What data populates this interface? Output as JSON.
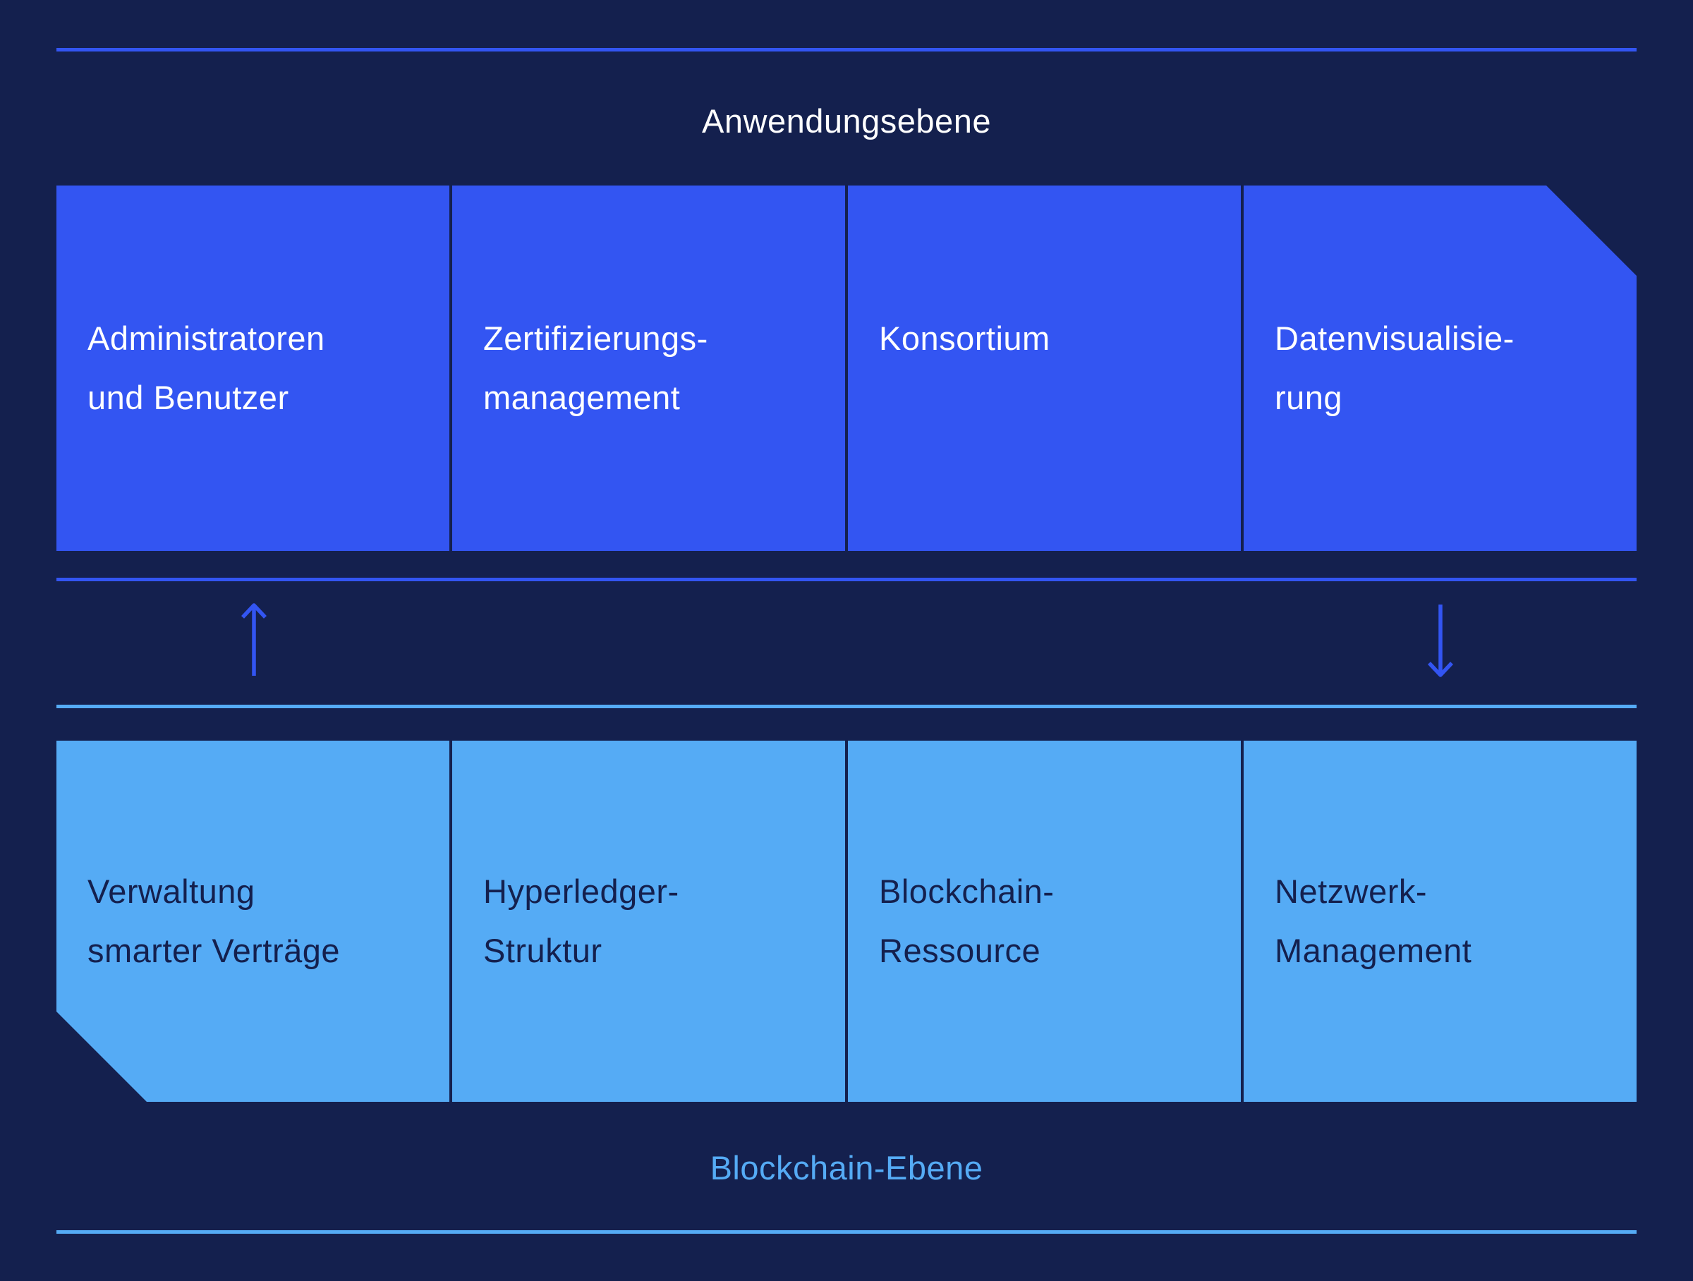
{
  "colors": {
    "background": "#14204E",
    "primary_blue": "#3355F2",
    "light_blue": "#55ABF5",
    "text_on_primary": "#FFFFFF",
    "text_on_light": "#14204E"
  },
  "application_layer": {
    "title": "Anwendungsebene",
    "boxes": [
      {
        "lines": [
          "Administratoren",
          "und Benutzer"
        ]
      },
      {
        "lines": [
          "Zertifizierungs-",
          "management"
        ]
      },
      {
        "lines": [
          "Konsortium"
        ]
      },
      {
        "lines": [
          "Datenvisualisie-",
          "rung"
        ]
      }
    ]
  },
  "blockchain_layer": {
    "title": "Blockchain-Ebene",
    "boxes": [
      {
        "lines": [
          "Verwaltung",
          "smarter Verträge"
        ]
      },
      {
        "lines": [
          "Hyperledger-",
          "Struktur"
        ]
      },
      {
        "lines": [
          "Blockchain-",
          "Ressource"
        ]
      },
      {
        "lines": [
          "Netzwerk-",
          "Management"
        ]
      }
    ]
  },
  "arrows": [
    {
      "direction": "up",
      "meaning": "blockchain layer to application layer"
    },
    {
      "direction": "down",
      "meaning": "application layer to blockchain layer"
    }
  ]
}
